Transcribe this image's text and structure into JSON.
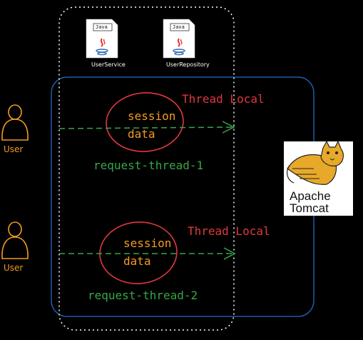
{
  "services": [
    {
      "badge": "Java",
      "label": "UserService"
    },
    {
      "badge": "Java",
      "label": "UserRepository"
    }
  ],
  "users": [
    {
      "label": "User"
    },
    {
      "label": "User"
    }
  ],
  "threads": [
    {
      "session_line1": "session",
      "session_line2": "data",
      "thread_local": "Thread Local",
      "request_thread": "request-thread-1"
    },
    {
      "session_line1": "session",
      "session_line2": "data",
      "thread_local": "Thread Local",
      "request_thread": "request-thread-2"
    }
  ],
  "server": {
    "line1": "Apache",
    "line2": "Tomcat"
  },
  "colors": {
    "background": "#000000",
    "container_border": "#1f5aa8",
    "dotted_border": "#ffffff",
    "user": "#f29b23",
    "session_circle": "#e0383e",
    "arrow": "#37a64a",
    "thread_local": "#e0383e",
    "request_thread": "#37a64a"
  },
  "icons": [
    "java-file-icon",
    "java-file-icon",
    "user-icon",
    "user-icon",
    "tomcat-logo"
  ]
}
